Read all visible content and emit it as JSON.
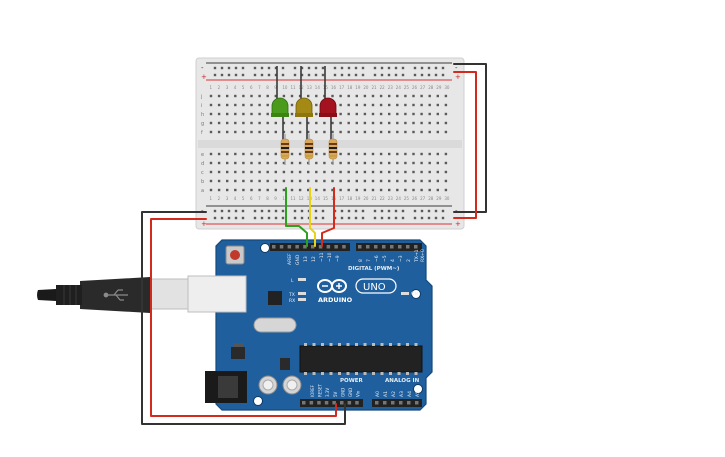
{
  "breadboard": {
    "rail_plus": "+",
    "rail_minus": "-",
    "row_letters_top": [
      "j",
      "i",
      "h",
      "g",
      "f"
    ],
    "row_letters_bottom": [
      "e",
      "d",
      "c",
      "b",
      "a"
    ],
    "column_numbers": [
      "1",
      "2",
      "3",
      "4",
      "5",
      "6",
      "7",
      "8",
      "9",
      "10",
      "11",
      "12",
      "13",
      "14",
      "15",
      "16",
      "17",
      "18",
      "19",
      "20",
      "21",
      "22",
      "23",
      "24",
      "25",
      "26",
      "27",
      "28",
      "29",
      "30"
    ]
  },
  "leds": [
    {
      "color_name": "green",
      "color": "#4a9a1c"
    },
    {
      "color_name": "yellow",
      "color": "#a48a14"
    },
    {
      "color_name": "red",
      "color": "#a3121e"
    }
  ],
  "wires": {
    "green": "#2da01e",
    "yellow": "#e8d21a",
    "red": "#d42a1e",
    "black": "#333333"
  },
  "arduino": {
    "board_color": "#1f5f9e",
    "brand": "ARDUINO",
    "model": "UNO",
    "digital_label": "DIGITAL (PWM~)",
    "power_label": "POWER",
    "analog_label": "ANALOG IN",
    "on_label": "ON",
    "tx_label": "TX",
    "rx_label": "RX",
    "l_label": "L",
    "aref_label": "AREF",
    "gnd_label": "GND",
    "digital_pins": [
      "13",
      "12",
      "~11",
      "~10",
      "~9",
      "8",
      "7",
      "~6",
      "~5",
      "4",
      "~3",
      "2",
      "TX→1",
      "RX←0"
    ],
    "power_pins": [
      "IOREF",
      "RESET",
      "3.3V",
      "5V",
      "GND",
      "GND",
      "Vin"
    ],
    "analog_pins": [
      "A0",
      "A1",
      "A2",
      "A3",
      "A4",
      "A5"
    ]
  },
  "usb_cable": {
    "connector_color": "#2a2a2a"
  }
}
